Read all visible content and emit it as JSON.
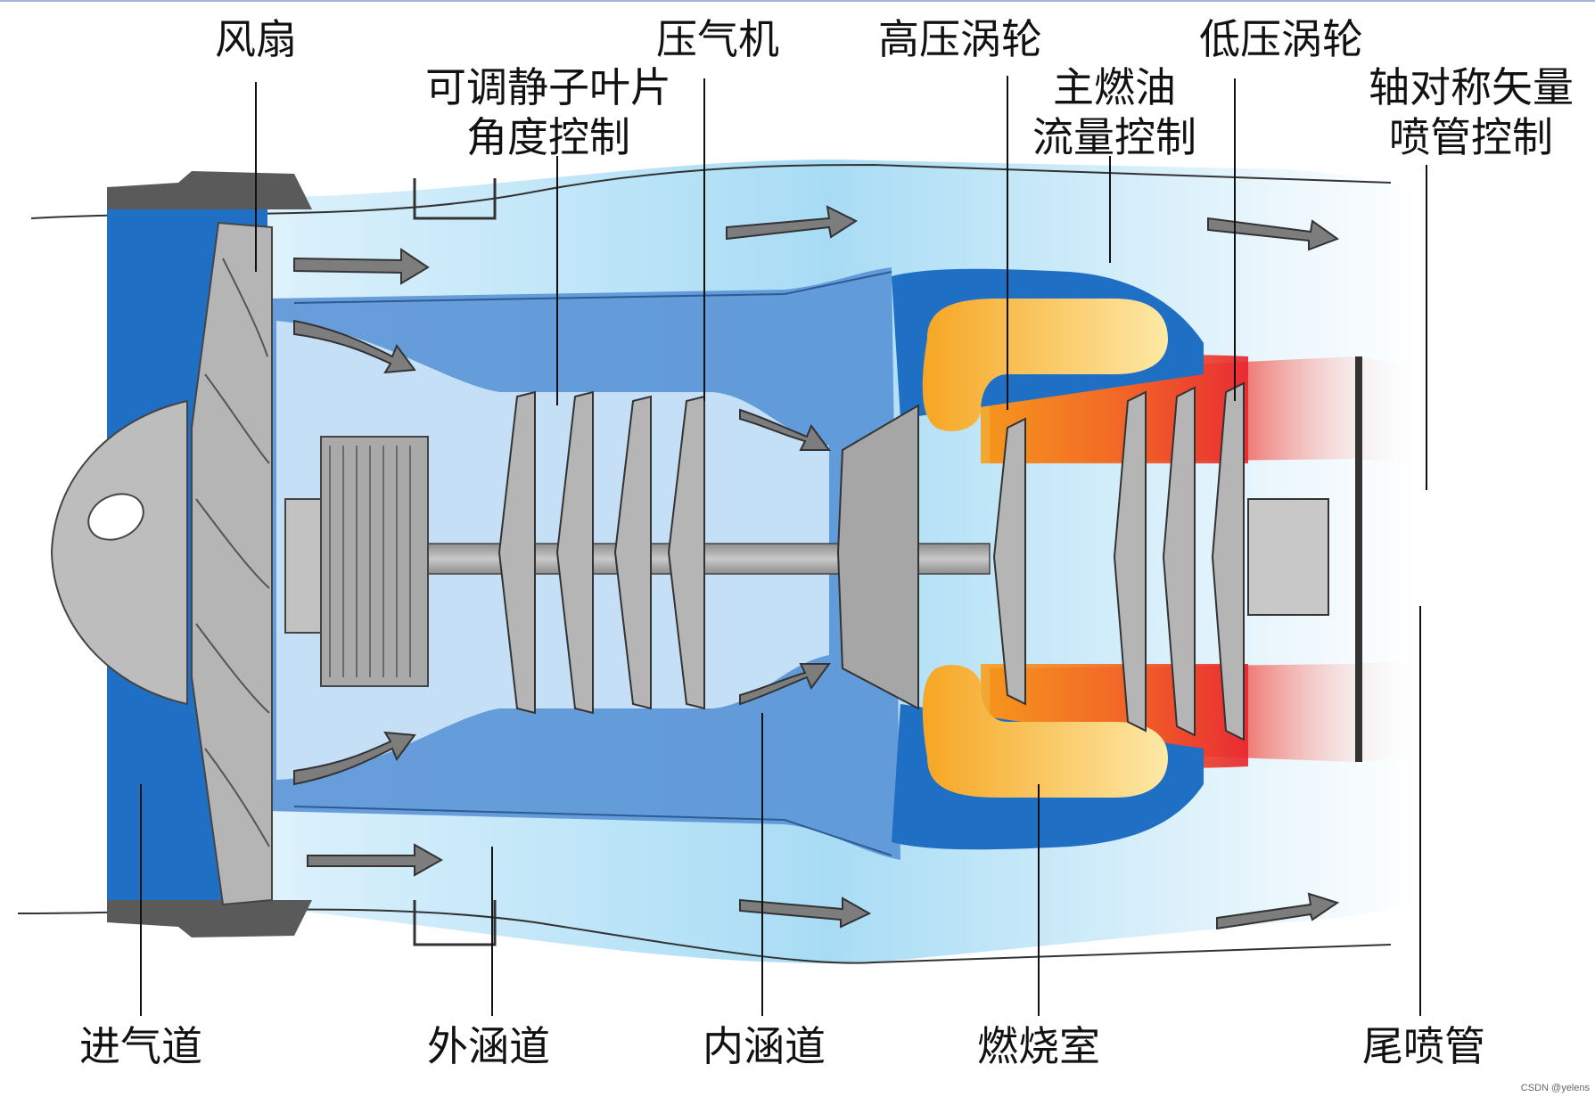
{
  "labels": {
    "fan": "风扇",
    "compressor": "压气机",
    "hp_turbine": "高压涡轮",
    "lp_turbine": "低压涡轮",
    "vsv_line1": "可调静子叶片",
    "vsv_line2": "角度控制",
    "fuel_line1": "主燃油",
    "fuel_line2": "流量控制",
    "nozzle_line1": "轴对称矢量",
    "nozzle_line2": "喷管控制",
    "inlet": "进气道",
    "bypass": "外涵道",
    "core": "内涵道",
    "combustor": "燃烧室",
    "tailpipe": "尾喷管"
  },
  "credit": "CSDN @yelens",
  "colors": {
    "inlet_blue": "#1f6fc4",
    "casing_blue": "#5a93d6",
    "duct_light": "#bfe3f7",
    "combustor_orange": "#f5a623",
    "exhaust_red": "#e8342b",
    "metal_gray": "#9a9a9a",
    "arrow_gray": "#7d7d7d"
  }
}
